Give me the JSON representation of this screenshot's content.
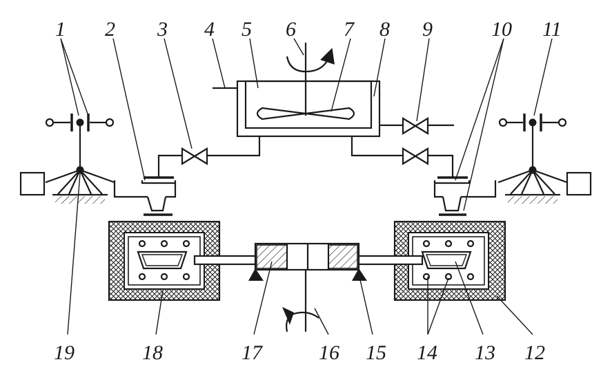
{
  "labels": {
    "l1": "1",
    "l2": "2",
    "l3": "3",
    "l4": "4",
    "l5": "5",
    "l6": "6",
    "l7": "7",
    "l8": "8",
    "l9": "9",
    "l10": "10",
    "l11": "11",
    "l12": "12",
    "l13": "13",
    "l14": "14",
    "l15": "15",
    "l16": "16",
    "l17": "17",
    "l18": "18",
    "l19": "19"
  },
  "colors": {
    "ink": "#1a1a1a",
    "background": "#ffffff"
  }
}
